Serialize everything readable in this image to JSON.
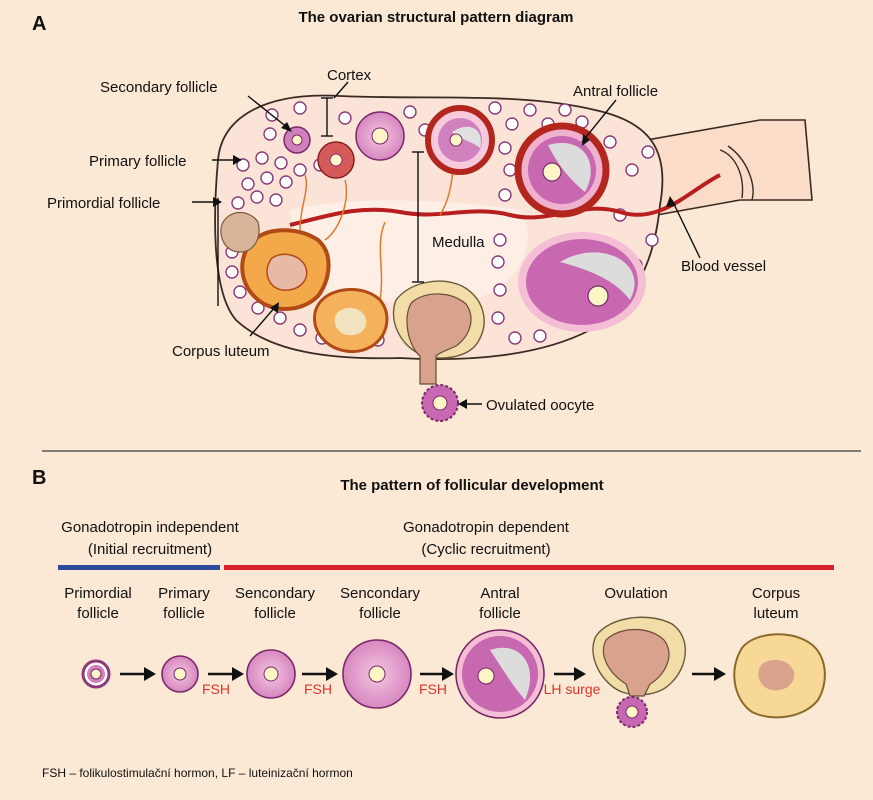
{
  "panel_a": {
    "letter": "A",
    "title": "The ovarian structural pattern diagram",
    "labels": {
      "secondary_follicle": "Secondary follicle",
      "cortex": "Cortex",
      "antral_follicle": "Antral follicle",
      "primary_follicle": "Primary follicle",
      "primordial_follicle": "Primordial follicle",
      "medulla": "Medulla",
      "blood_vessel": "Blood vessel",
      "corpus_luteum": "Corpus luteum",
      "ovulated_oocyte": "Ovulated oocyte"
    }
  },
  "panel_b": {
    "letter": "B",
    "title": "The pattern of follicular development",
    "independent": {
      "line1": "Gonadotropin independent",
      "line2": "(Initial recruitment)"
    },
    "dependent": {
      "line1": "Gonadotropin dependent",
      "line2": "(Cyclic recruitment)"
    },
    "stages": [
      {
        "line1": "Primordial",
        "line2": "follicle"
      },
      {
        "line1": "Primary",
        "line2": "follicle"
      },
      {
        "line1": "Sencondary",
        "line2": "follicle"
      },
      {
        "line1": "Sencondary",
        "line2": "follicle"
      },
      {
        "line1": "Antral",
        "line2": "follicle"
      },
      {
        "line1": "Ovulation",
        "line2": ""
      },
      {
        "line1": "Corpus",
        "line2": "luteum"
      }
    ],
    "hormones": [
      "FSH",
      "FSH",
      "FSH",
      "LH surge"
    ]
  },
  "footnote": "FSH – folikulostimulační hormon, LF – luteinizační hormon",
  "colors": {
    "background": "#fbe8d5",
    "independent_bar": "#2c4a9a",
    "dependent_bar": "#d8232a",
    "hormone_text": "#e0342a"
  }
}
